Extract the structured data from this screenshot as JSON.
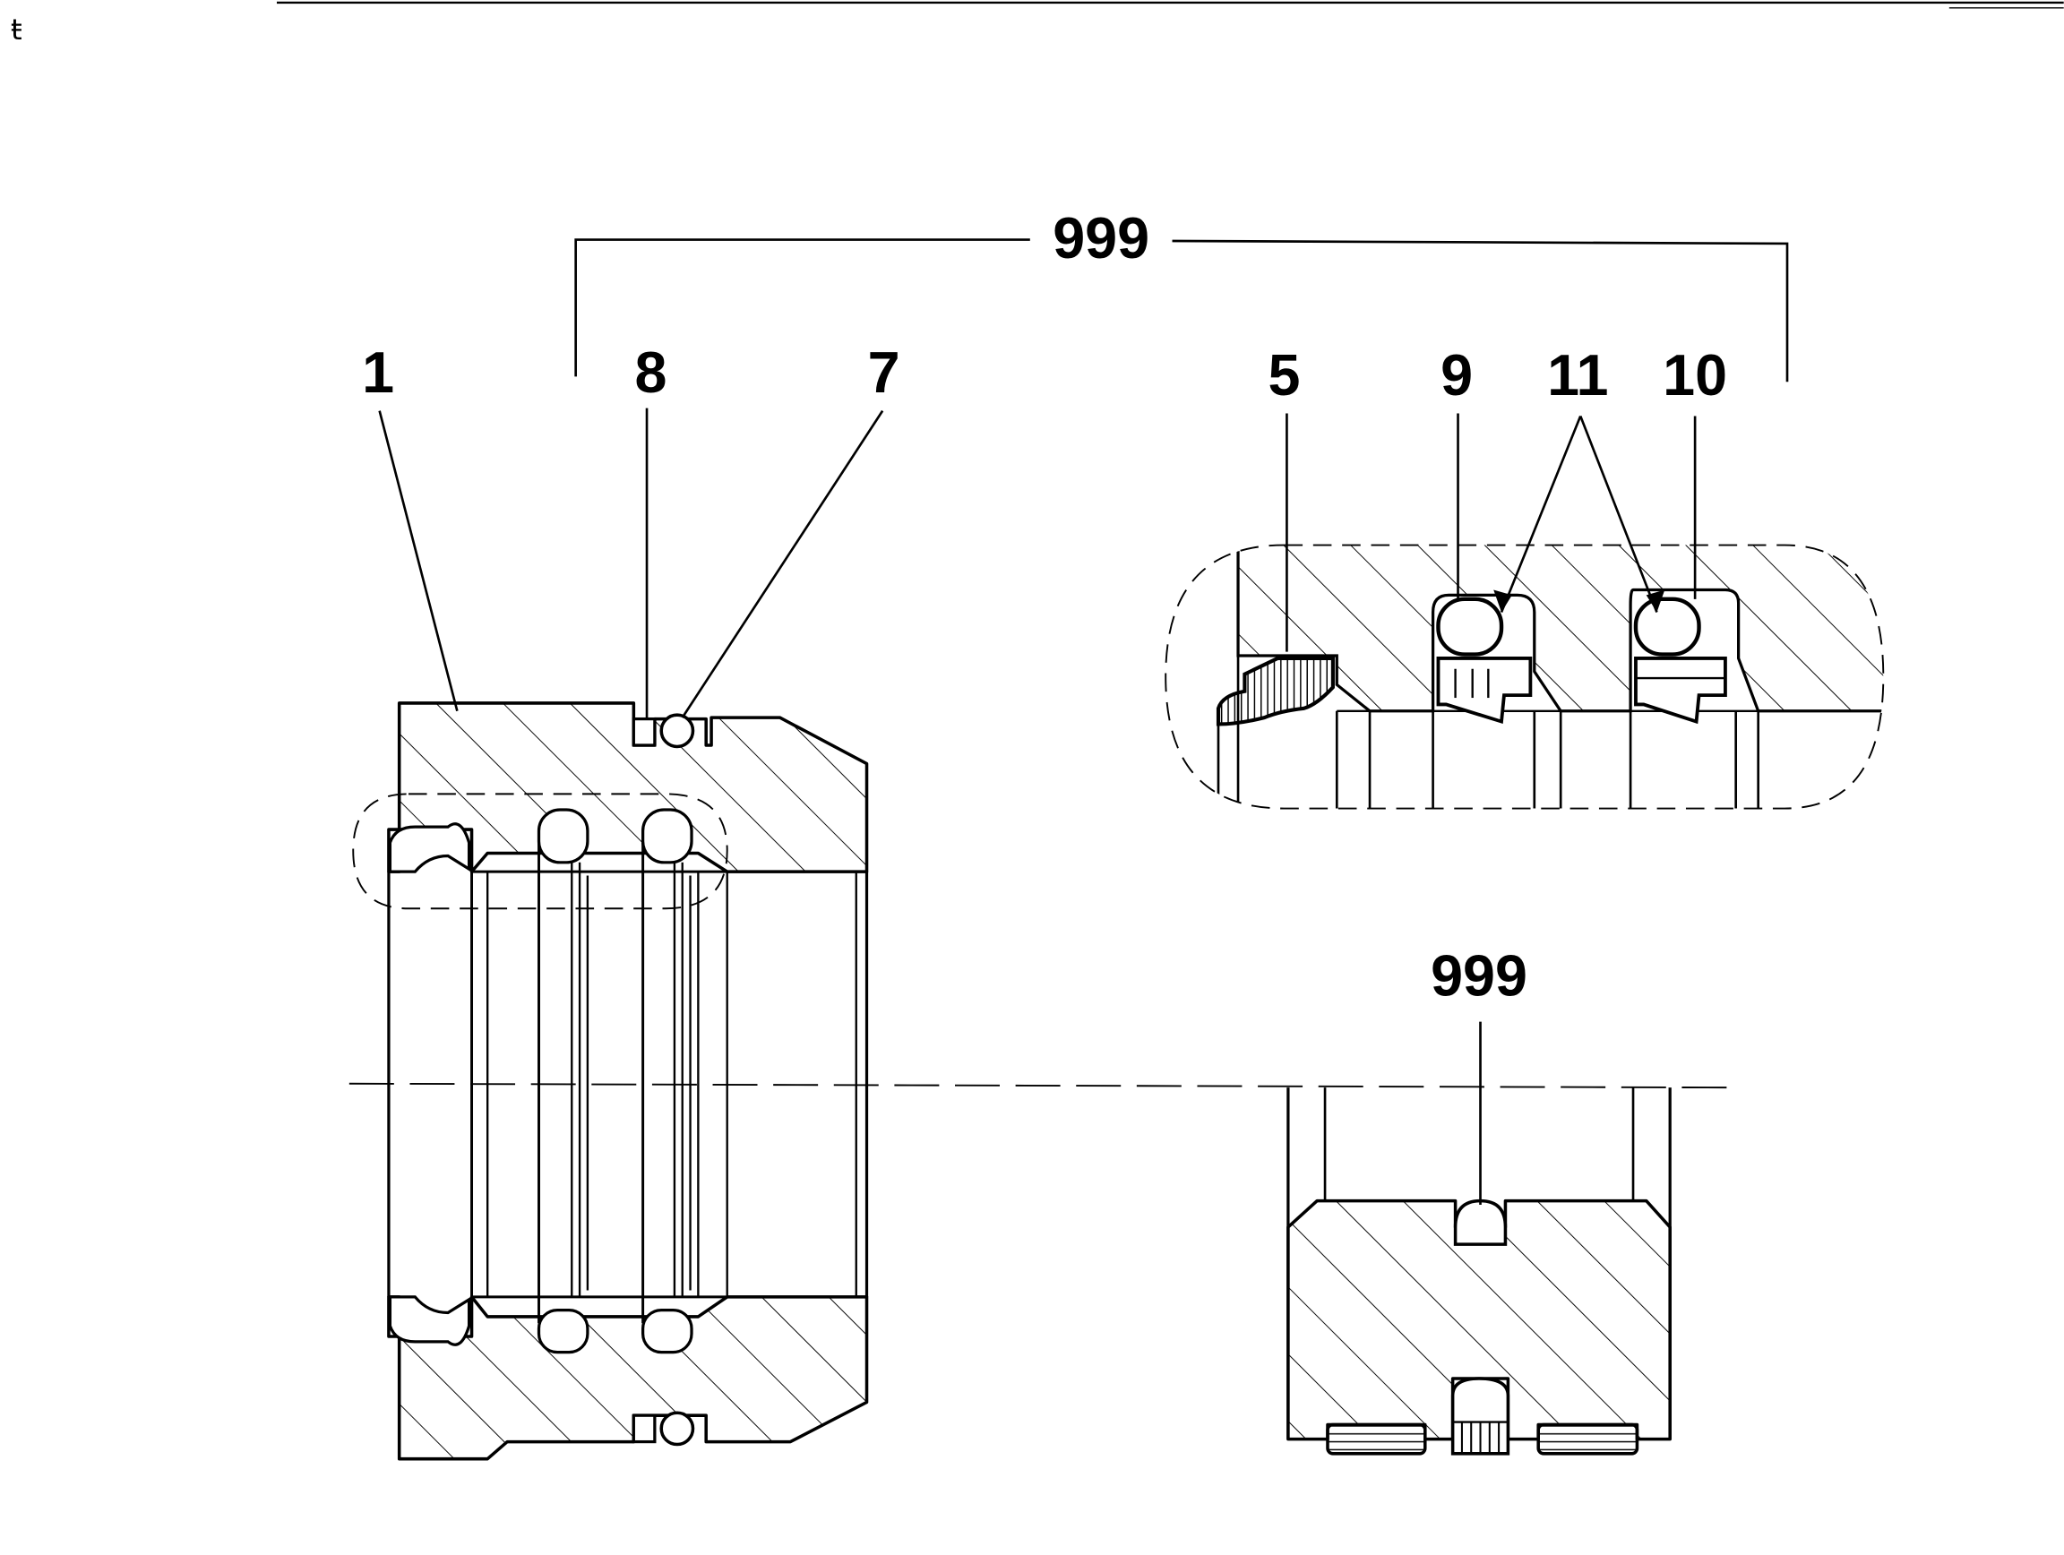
{
  "sheet": {
    "corner_mark": "ŧ"
  },
  "callouts": {
    "part_1": "1",
    "part_8": "8",
    "part_7": "7",
    "part_5": "5",
    "part_9": "9",
    "part_11": "11",
    "part_10": "10",
    "assembly_top": "999",
    "assembly_right": "999"
  },
  "colors": {
    "ink": "#000000",
    "paper": "#ffffff"
  }
}
